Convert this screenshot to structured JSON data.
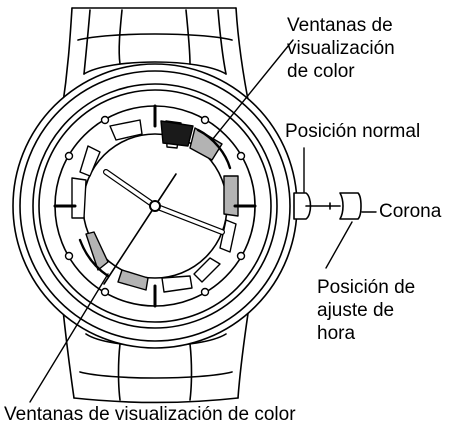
{
  "labels": {
    "color_windows_top": "Ventanas de\nvisualización\nde color",
    "normal_position": "Posición normal",
    "crown": "Corona",
    "time_setting_position": "Posición de\najuste de\nhora",
    "color_windows_bottom": "Ventanas de visualización de color"
  },
  "colors": {
    "stroke": "#000000",
    "window_dark": "#1a1a1a",
    "window_gray": "#b3b3b3",
    "background": "#ffffff"
  }
}
